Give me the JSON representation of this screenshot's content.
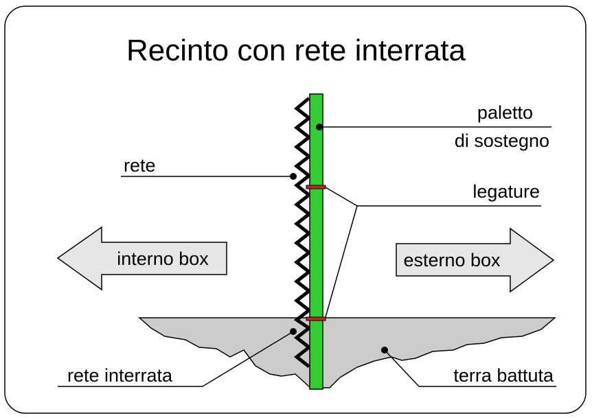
{
  "title": "Recinto con rete interrata",
  "labels": {
    "paletto_line1": "paletto",
    "paletto_line2": "di sostegno",
    "rete": "rete",
    "legature": "legature",
    "rete_interrata": "rete interrata",
    "terra_battuta": "terra battuta"
  },
  "arrows": {
    "interno": "interno box",
    "esterno": "esterno box"
  },
  "colors": {
    "post": "#33cc33",
    "tie": "#cc2222",
    "ground": "#cccccc",
    "arrow_fill": "#e6e6e6"
  }
}
